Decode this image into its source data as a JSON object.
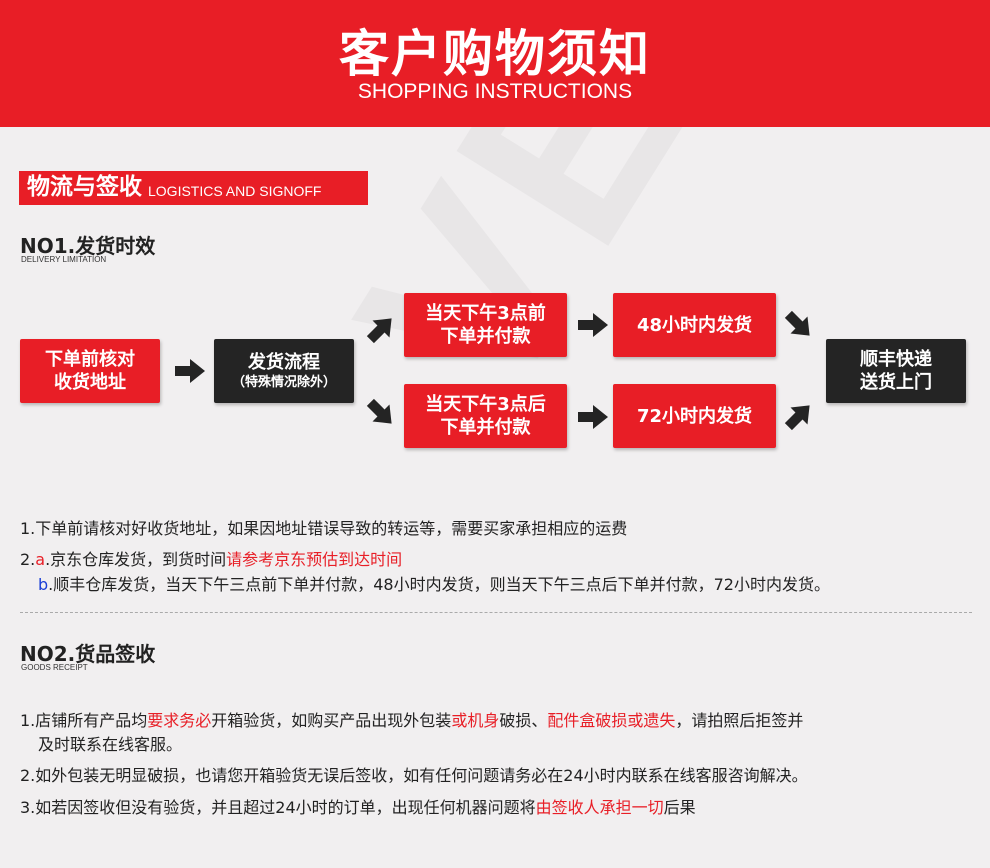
{
  "watermark": "VEWOO",
  "header": {
    "title": "客户购物须知",
    "subtitle": "SHOPPING INSTRUCTIONS"
  },
  "section": {
    "title_cn": "物流与签收",
    "title_en": "LOGISTICS AND SIGNOFF"
  },
  "no1": {
    "title": "NO1.发货时效",
    "subtitle": "DELIVERY LIMITATION"
  },
  "flow": {
    "b1": [
      "下单前核对",
      "收货地址"
    ],
    "b2": [
      "发货流程",
      "（特殊情况除外）"
    ],
    "b3": [
      "当天下午3点前",
      "下单并付款"
    ],
    "b4": [
      "当天下午3点后",
      "下单并付款"
    ],
    "b5": "48小时内发货",
    "b6": "72小时内发货",
    "b7": [
      "顺丰快递",
      "送货上门"
    ]
  },
  "no1_text": {
    "l1": "1.下单前请核对好收货地址，如果因地址错误导致的转运等，需要买家承担相应的运费",
    "l2_prefix": "2.",
    "l2_a": "a",
    "l2_main": ".京东仓库发货，到货时间",
    "l2_hl": "请参考京东预估到达时间",
    "l3_b": "b",
    "l3_main": ".顺丰仓库发货，当天下午三点前下单并付款，48小时内发货，则当天下午三点后下单并付款，72小时内发货。"
  },
  "no2": {
    "title": "NO2.货品签收",
    "subtitle": "GOODS RECEIPT"
  },
  "no2_text": {
    "l1_a": "1.店铺所有产品均",
    "l1_hl1": "要求务必",
    "l1_b": "开箱验货，如购买产品出现外包装",
    "l1_hl2": "或机身",
    "l1_c": "破损、",
    "l1_hl3": "配件盒破损或遗失",
    "l1_d": "，请拍照后拒签并",
    "l1_cont": "及时联系在线客服。",
    "l2": "2.如外包装无明显破损，也请您开箱验货无误后签收，如有任何问题请务必在24小时内联系在线客服咨询解决。",
    "l3_a": "3.如若因签收但没有验货，并且超过24小时的订单，出现任何机器问题将",
    "l3_hl": "由签收人承担一切",
    "l3_b": "后果"
  },
  "colors": {
    "accent": "#e81e26",
    "dark": "#242424",
    "background": "#f1eff0",
    "blue": "#1a3ed6"
  }
}
